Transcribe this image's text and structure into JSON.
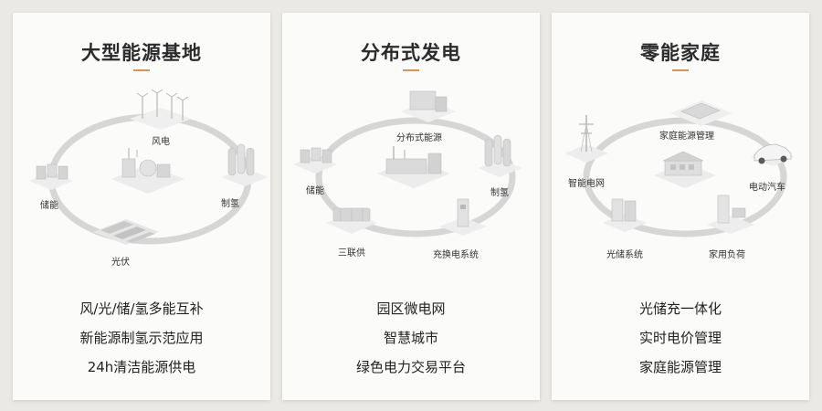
{
  "panels": [
    {
      "title": "大型能源基地",
      "nodes": [
        "风电",
        "制氢",
        "光伏",
        "储能"
      ],
      "features": [
        "风/光/储/氢多能互补",
        "新能源制氢示范应用",
        "24h清洁能源供电"
      ]
    },
    {
      "title": "分布式发电",
      "nodes": [
        "分布式能源",
        "制氢",
        "充换电系统",
        "三联供",
        "储能"
      ],
      "features": [
        "园区微电网",
        "智慧城市",
        "绿色电力交易平台"
      ]
    },
    {
      "title": "零能家庭",
      "nodes": [
        "家庭能源管理",
        "电动汽车",
        "家用负荷",
        "光储系统",
        "智能电网"
      ],
      "features": [
        "光储充一体化",
        "实时电价管理",
        "家庭能源管理"
      ]
    }
  ]
}
